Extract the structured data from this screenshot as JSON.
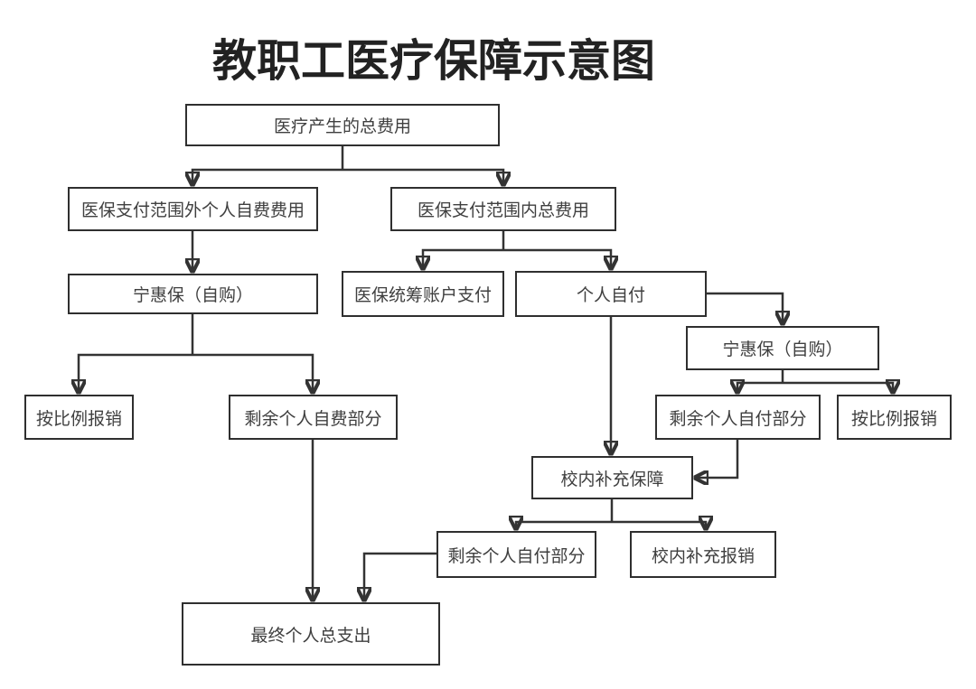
{
  "title": "教职工医疗保障示意图",
  "colors": {
    "line": "#333333",
    "box_border": "#2f2f2f",
    "text": "#3f3f3f",
    "title_text": "#222222",
    "background": "#ffffff"
  },
  "nodes": {
    "total_cost": {
      "label": "医疗产生的总费用"
    },
    "out_of_scope_self_funded": {
      "label": "医保支付范围外个人自费费用"
    },
    "in_scope_total": {
      "label": "医保支付范围内总费用"
    },
    "ninghuibao_left": {
      "label": "宁惠保（自购）"
    },
    "pooled_account_pay": {
      "label": "医保统筹账户支付"
    },
    "self_pay": {
      "label": "个人自付"
    },
    "ninghuibao_right": {
      "label": "宁惠保（自购）"
    },
    "prorata_left": {
      "label": "按比例报销"
    },
    "remaining_self_funded": {
      "label": "剩余个人自费部分"
    },
    "remaining_self_paid_right": {
      "label": "剩余个人自付部分"
    },
    "prorata_right": {
      "label": "按比例报销"
    },
    "campus_supplement": {
      "label": "校内补充保障"
    },
    "remaining_self_paid_bottom": {
      "label": "剩余个人自付部分"
    },
    "campus_reimburse": {
      "label": "校内补充报销"
    },
    "final_total": {
      "label": "最终个人总支出"
    }
  },
  "edges": [
    {
      "from": "total_cost",
      "to": "out_of_scope_self_funded"
    },
    {
      "from": "total_cost",
      "to": "in_scope_total"
    },
    {
      "from": "out_of_scope_self_funded",
      "to": "ninghuibao_left"
    },
    {
      "from": "in_scope_total",
      "to": "pooled_account_pay"
    },
    {
      "from": "in_scope_total",
      "to": "self_pay"
    },
    {
      "from": "ninghuibao_left",
      "to": "prorata_left"
    },
    {
      "from": "ninghuibao_left",
      "to": "remaining_self_funded"
    },
    {
      "from": "self_pay",
      "to": "ninghuibao_right"
    },
    {
      "from": "self_pay",
      "to": "campus_supplement"
    },
    {
      "from": "ninghuibao_right",
      "to": "remaining_self_paid_right"
    },
    {
      "from": "ninghuibao_right",
      "to": "prorata_right"
    },
    {
      "from": "remaining_self_paid_right",
      "to": "campus_supplement"
    },
    {
      "from": "campus_supplement",
      "to": "remaining_self_paid_bottom"
    },
    {
      "from": "campus_supplement",
      "to": "campus_reimburse"
    },
    {
      "from": "remaining_self_funded",
      "to": "final_total"
    },
    {
      "from": "remaining_self_paid_bottom",
      "to": "final_total"
    }
  ]
}
